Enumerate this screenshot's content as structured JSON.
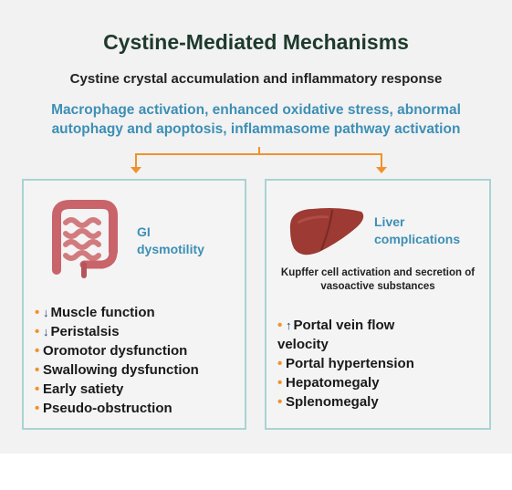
{
  "title": "Cystine-Mediated Mechanisms",
  "subtitle": "Cystine crystal accumulation and inflammatory response",
  "mechanisms": {
    "line1": "Macrophage activation, enhanced oxidative stress, abnormal",
    "line2": "autophagy and apoptosis, inflammasome pathway activation"
  },
  "colors": {
    "accent": "#3d8fb5",
    "arrow": "#f0922b",
    "box_border": "#a9d3d3",
    "title": "#1e3a2c"
  },
  "gi": {
    "icon": "intestine-icon",
    "label_line1": "GI",
    "label_line2": "dysmotility",
    "items": [
      {
        "arrow": "↓",
        "text": "Muscle function"
      },
      {
        "arrow": "↓",
        "text": "Peristalsis"
      },
      {
        "text": "Oromotor dysfunction"
      },
      {
        "text": "Swallowing dysfunction"
      },
      {
        "text": "Early satiety"
      },
      {
        "text": "Pseudo-obstruction"
      }
    ]
  },
  "liver": {
    "icon": "liver-icon",
    "label_line1": "Liver",
    "label_line2": "complications",
    "note": "Kupffer cell activation and secretion of vasoactive substances",
    "items": [
      {
        "arrow": "↑",
        "text": "Portal vein flow velocity"
      },
      {
        "text": "Portal hypertension"
      },
      {
        "text": "Hepatomegaly"
      },
      {
        "text": "Splenomegaly"
      }
    ]
  }
}
